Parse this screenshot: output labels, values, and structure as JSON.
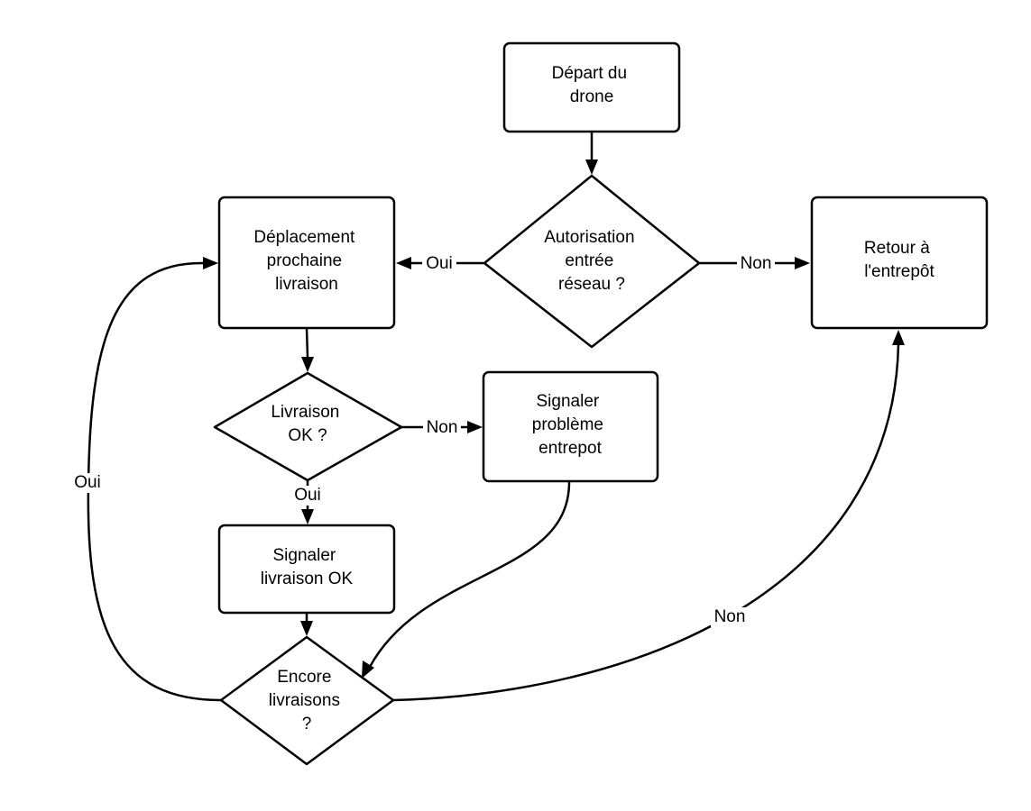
{
  "nodes": {
    "depart": {
      "lines": [
        "Départ du",
        "drone"
      ]
    },
    "autorisation": {
      "lines": [
        "Autorisation",
        "entrée",
        "réseau ?"
      ]
    },
    "deplacement": {
      "lines": [
        "Déplacement",
        "prochaine",
        "livraison"
      ]
    },
    "retour": {
      "lines": [
        "Retour à",
        "l'entrepôt"
      ]
    },
    "livraison_ok": {
      "lines": [
        "Livraison",
        "OK ?"
      ]
    },
    "signaler_probleme": {
      "lines": [
        "Signaler",
        "problème",
        "entrepot"
      ]
    },
    "signaler_livraison": {
      "lines": [
        "Signaler",
        "livraison OK"
      ]
    },
    "encore": {
      "lines": [
        "Encore",
        "livraisons",
        "?"
      ]
    }
  },
  "edges": {
    "auth_oui": "Oui",
    "auth_non": "Non",
    "livraison_non": "Non",
    "livraison_oui": "Oui",
    "encore_oui": "Oui",
    "encore_non": "Non"
  }
}
